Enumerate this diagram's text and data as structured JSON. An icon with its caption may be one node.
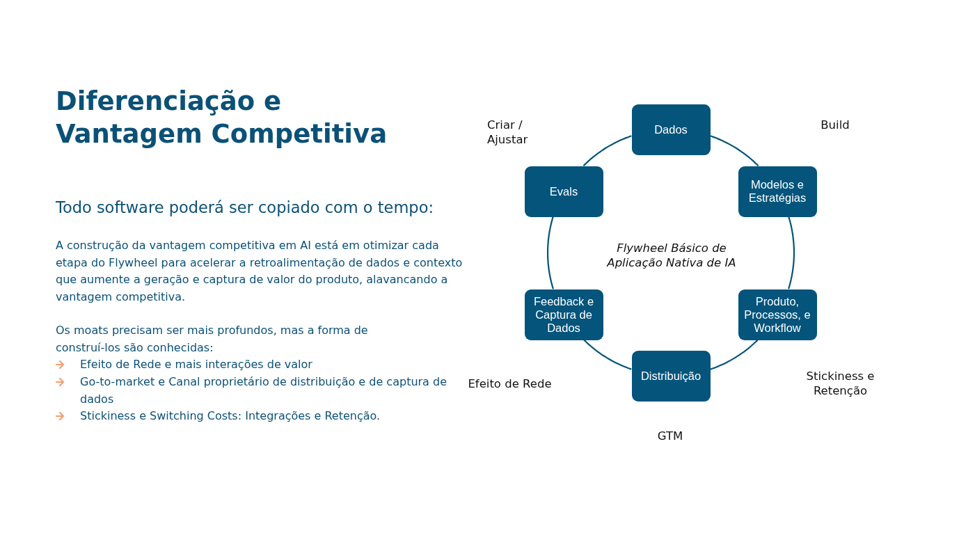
{
  "diagram": {
    "title": "Diferenciação e Vantagem Competitiva",
    "nodes": [
      {
        "text": [
          "Dados"
        ]
      },
      {
        "text": [
          "Modelos e Estratégias"
        ]
      },
      {
        "text": [
          "Produto, Processos, e Workflow"
        ]
      },
      {
        "text": [
          "Distribuição"
        ]
      },
      {
        "text": [
          "Feedback e Captura de Dados"
        ]
      },
      {
        "text": [
          "Evals"
        ]
      }
    ],
    "edges": [
      {
        "from": 0,
        "to": 1,
        "arrow": "none"
      },
      {
        "from": 1,
        "to": 2,
        "arrow": "none"
      },
      {
        "from": 2,
        "to": 3,
        "arrow": "none"
      },
      {
        "from": 3,
        "to": 4,
        "arrow": "none"
      },
      {
        "from": 4,
        "to": 5,
        "arrow": "none"
      },
      {
        "from": 5,
        "to": 0,
        "arrow": "none"
      }
    ],
    "labels": [
      "Todo software poderá ser copiado com o tempo:",
      "A construção da vantagem competitiva em AI está em otimizar cada etapa do Flywheel para acelerar a retroalimentação de dados e contexto que aumente a geração e captura de valor do produto, alavancando a vantagem competitiva.",
      "Os moats precisam ser mais profundos, mas a forma de construí-los são conhecidas:",
      "Efeito de Rede e mais interações de valor",
      "Go-to-market e Canal proprietário de distribuição e de captura de dados",
      "Stickiness e Switching Costs: Integrações e Retenção.",
      "Criar / Ajustar",
      "Build",
      "Flywheel Básico de Aplicação Nativa de IA",
      "Efeito de Rede",
      "Stickiness e Retenção",
      "GTM"
    ]
  }
}
